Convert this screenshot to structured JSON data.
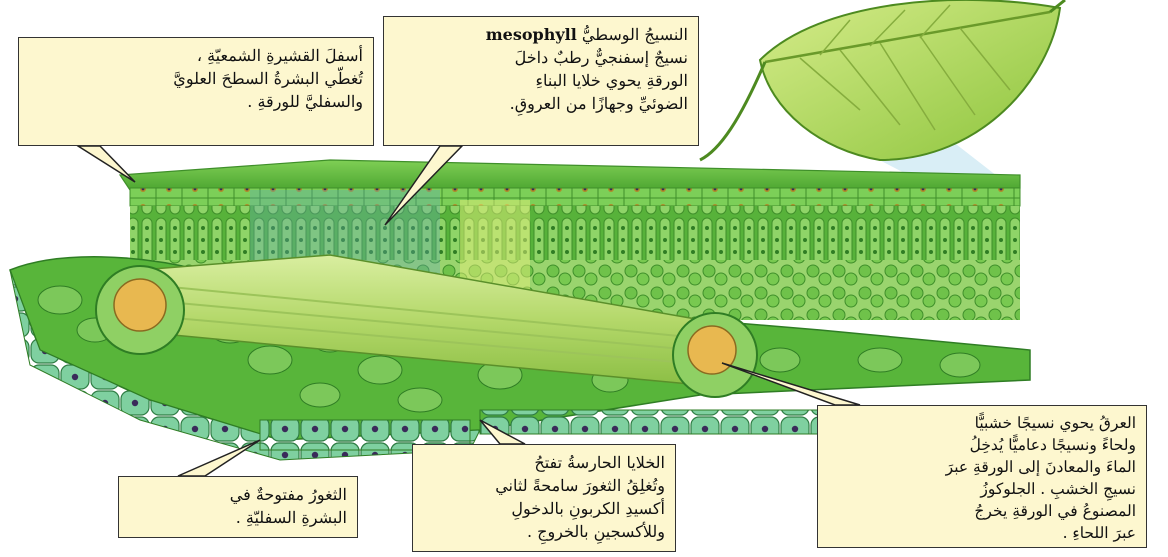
{
  "callouts": {
    "epidermis": {
      "lines": [
        "أسفلَ القشيرةِ الشمعيّةِ ،",
        "تُغطّي البشرةُ السطحَ العلويَّ",
        "والسفليَّ للورقةِ ."
      ]
    },
    "mesophyll": {
      "term": "mesophyll",
      "line1": "النسيجُ الوسطيُّ",
      "lines": [
        "نسيجٌ إسفنجيٌّ رطبٌ داخلَ",
        "الورقةِ يحوي خلايا البناءِ",
        "الضوئيِّ وجهازًا من العروقِ."
      ]
    },
    "vein": {
      "lines": [
        "العرقُ يحوي نسيجًا خشبيًّا",
        "ولحاءً ونسيجًا دعاميًّا يُدخِلُ",
        "الماءَ والمعادنَ إلى الورقةِ عبرَ",
        "نسيجِ الخشبِ . الجلوكوزُ",
        "المصنوعُ في الورقةِ يخرجُ",
        "عبرَ اللحاءِ ."
      ]
    },
    "guard_cells": {
      "lines": [
        "الخلايا الحارسةُ تفتحُ",
        "وتُغلِقُ الثغورَ سامحةً لثاني",
        "أكسيدِ الكربونِ بالدخولِ",
        "وللأكسجينِ بالخروجِ ."
      ]
    },
    "stomata": {
      "lines": [
        "الثغورُ مفتوحةٌ في",
        "البشرةِ السفليّةِ ."
      ]
    }
  },
  "colors": {
    "callout_fill": "#fdf7cf",
    "tissue_green": "#5cb83a",
    "light_green": "#b9e07a",
    "xylem_yellow": "#e8b850",
    "nucleus": "#3a2a5a"
  }
}
